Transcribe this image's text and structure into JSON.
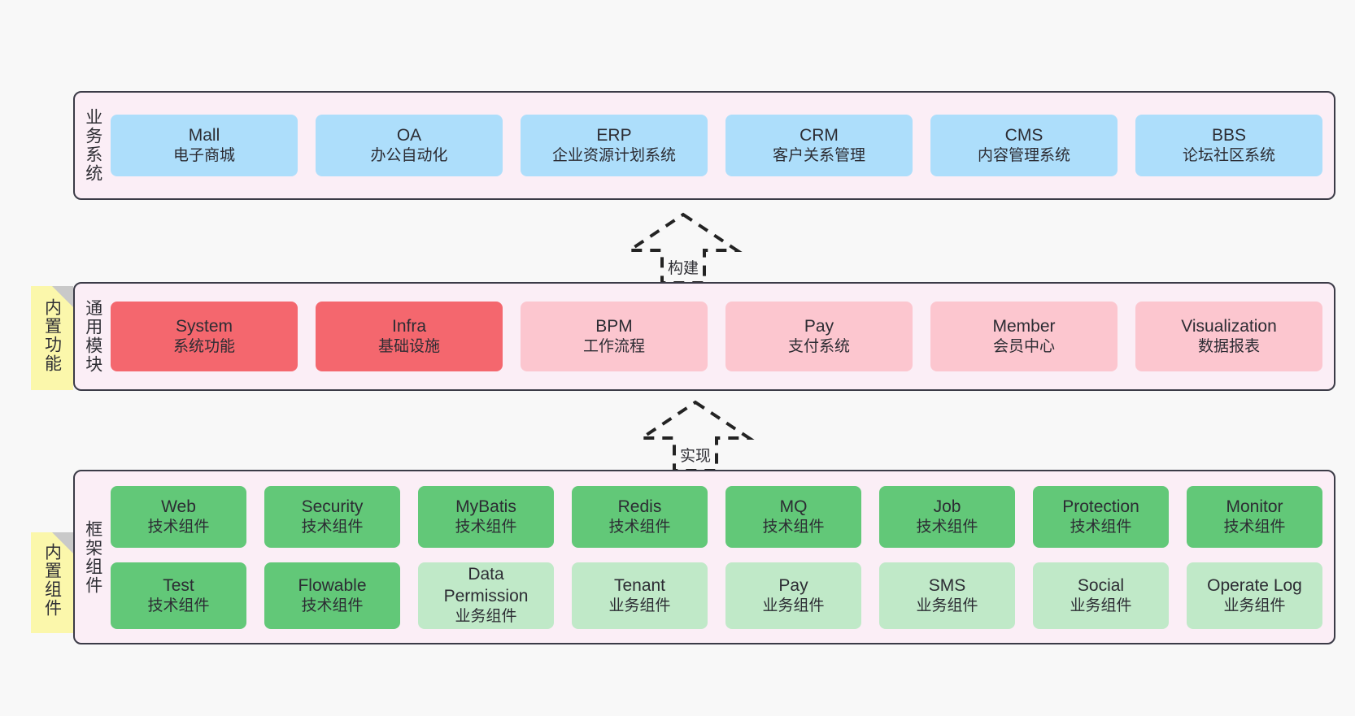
{
  "diagram": {
    "title": "",
    "colors": {
      "layer_background": "#fbeef6",
      "layer_border": "#3b3b47",
      "business_card": "#addefb",
      "core_module_active": "#f4676e",
      "core_module_inactive": "#fcc6cf",
      "tech_component": "#62c878",
      "business_component": "#c0e9c8",
      "note": "#fbf7ab",
      "note_fold": "#c9c9c9",
      "canvas": "#f8f8f8"
    }
  },
  "layers": {
    "business": {
      "title": "业务系统",
      "cards": [
        {
          "en": "Mall",
          "cn": "电子商城"
        },
        {
          "en": "OA",
          "cn": "办公自动化"
        },
        {
          "en": "ERP",
          "cn": "企业资源计划系统"
        },
        {
          "en": "CRM",
          "cn": "客户关系管理"
        },
        {
          "en": "CMS",
          "cn": "内容管理系统"
        },
        {
          "en": "BBS",
          "cn": "论坛社区系统"
        }
      ]
    },
    "common": {
      "title": "通用模块",
      "note": "内置功能",
      "cards": [
        {
          "en": "System",
          "cn": "系统功能",
          "tone": "active"
        },
        {
          "en": "Infra",
          "cn": "基础设施",
          "tone": "active"
        },
        {
          "en": "BPM",
          "cn": "工作流程",
          "tone": "inactive"
        },
        {
          "en": "Pay",
          "cn": "支付系统",
          "tone": "inactive"
        },
        {
          "en": "Member",
          "cn": "会员中心",
          "tone": "inactive"
        },
        {
          "en": "Visualization",
          "cn": "数据报表",
          "tone": "inactive"
        }
      ]
    },
    "framework": {
      "title": "框架组件",
      "note": "内置组件",
      "row1": [
        {
          "en": "Web",
          "cn": "技术组件",
          "tone": "tech"
        },
        {
          "en": "Security",
          "cn": "技术组件",
          "tone": "tech"
        },
        {
          "en": "MyBatis",
          "cn": "技术组件",
          "tone": "tech"
        },
        {
          "en": "Redis",
          "cn": "技术组件",
          "tone": "tech"
        },
        {
          "en": "MQ",
          "cn": "技术组件",
          "tone": "tech"
        },
        {
          "en": "Job",
          "cn": "技术组件",
          "tone": "tech"
        },
        {
          "en": "Protection",
          "cn": "技术组件",
          "tone": "tech"
        },
        {
          "en": "Monitor",
          "cn": "技术组件",
          "tone": "tech"
        }
      ],
      "row2": [
        {
          "en": "Test",
          "cn": "技术组件",
          "tone": "tech"
        },
        {
          "en": "Flowable",
          "cn": "技术组件",
          "tone": "tech"
        },
        {
          "en": "Data Permission",
          "cn": "业务组件",
          "tone": "business"
        },
        {
          "en": "Tenant",
          "cn": "业务组件",
          "tone": "business"
        },
        {
          "en": "Pay",
          "cn": "业务组件",
          "tone": "business"
        },
        {
          "en": "SMS",
          "cn": "业务组件",
          "tone": "business"
        },
        {
          "en": "Social",
          "cn": "业务组件",
          "tone": "business"
        },
        {
          "en": "Operate Log",
          "cn": "业务组件",
          "tone": "business"
        }
      ]
    }
  },
  "arrows": [
    {
      "id": "build",
      "label": "构建",
      "style": "dashed-generalization",
      "direction": "up"
    },
    {
      "id": "implement",
      "label": "实现",
      "style": "dashed-generalization",
      "direction": "up"
    }
  ]
}
